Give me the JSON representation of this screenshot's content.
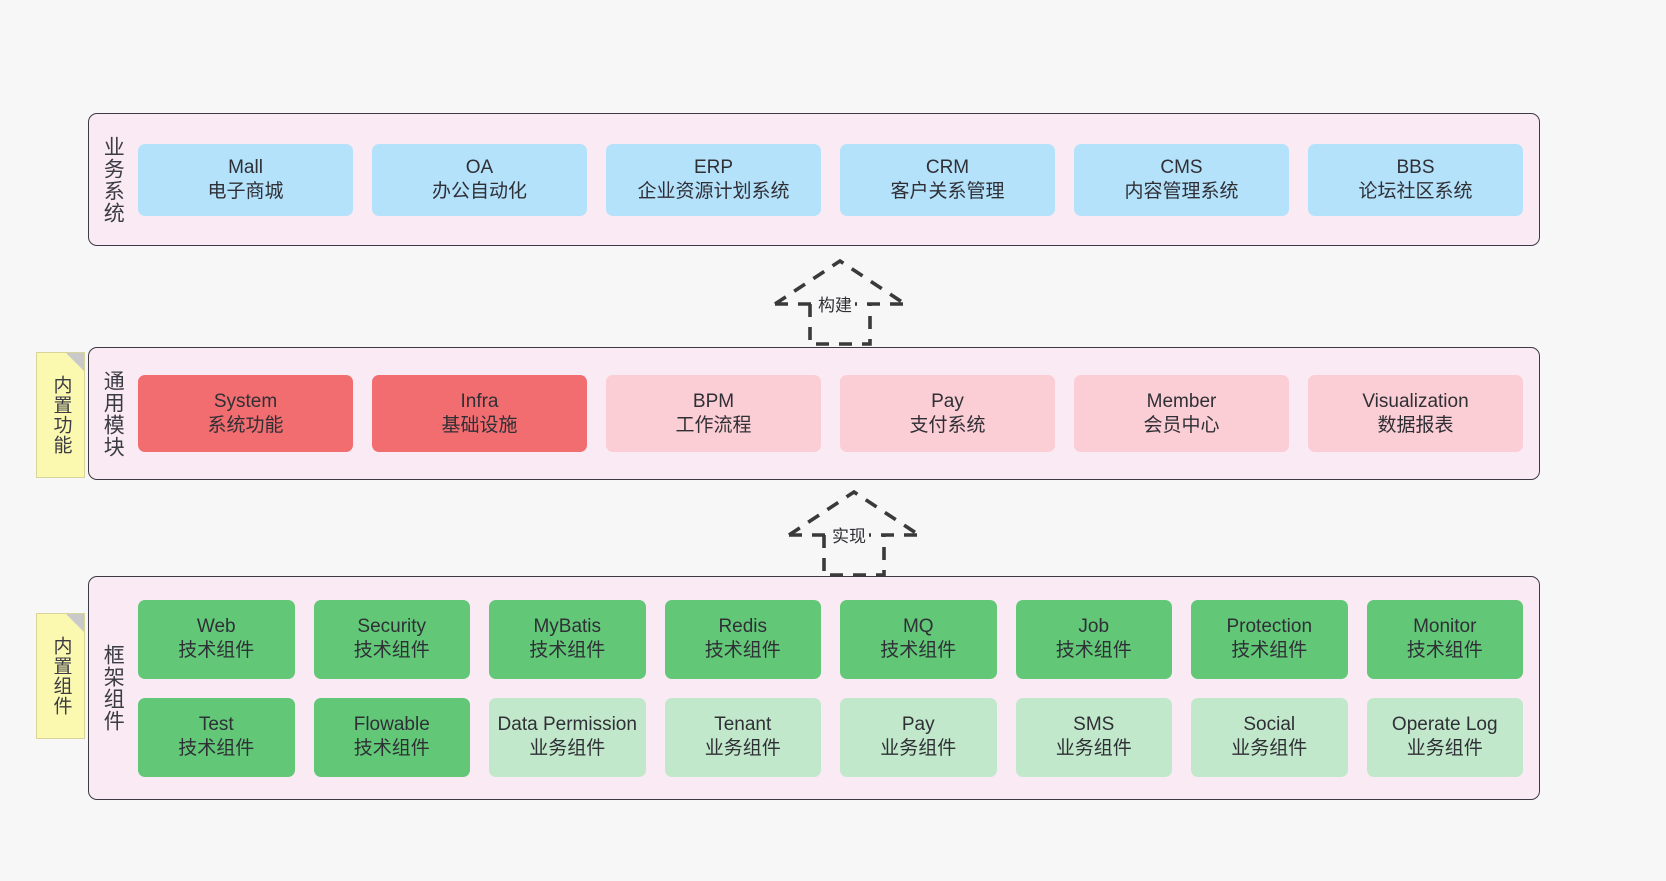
{
  "diagram": {
    "background_color": "#f7f7f7",
    "panel_color": "#f9eaf4",
    "panel_border_color": "#3d3a45",
    "note_color": "#fbf8b0"
  },
  "notes": [
    {
      "label": "内置功能",
      "name": "note-builtin-functions"
    },
    {
      "label": "内置组件",
      "name": "note-builtin-components"
    }
  ],
  "connectors": [
    {
      "label": "构建",
      "name": "arrow-build",
      "style": "dashed-hollow-triangle-up"
    },
    {
      "label": "实现",
      "name": "arrow-implement",
      "style": "dashed-hollow-triangle-up"
    }
  ],
  "layers": [
    {
      "id": "business",
      "title": "业务系统",
      "rows": [
        {
          "cells": [
            {
              "en": "Mall",
              "cn": "电子商城",
              "color": "#b5e2fb"
            },
            {
              "en": "OA",
              "cn": "办公自动化",
              "color": "#b5e2fb"
            },
            {
              "en": "ERP",
              "cn": "企业资源计划系统",
              "color": "#b5e2fb"
            },
            {
              "en": "CRM",
              "cn": "客户关系管理",
              "color": "#b5e2fb"
            },
            {
              "en": "CMS",
              "cn": "内容管理系统",
              "color": "#b5e2fb"
            },
            {
              "en": "BBS",
              "cn": "论坛社区系统",
              "color": "#b5e2fb"
            }
          ]
        }
      ]
    },
    {
      "id": "modules",
      "title": "通用模块",
      "rows": [
        {
          "cells": [
            {
              "en": "System",
              "cn": "系统功能",
              "color": "#f16d70"
            },
            {
              "en": "Infra",
              "cn": "基础设施",
              "color": "#f16d70"
            },
            {
              "en": "BPM",
              "cn": "工作流程",
              "color": "#fbcdd4"
            },
            {
              "en": "Pay",
              "cn": "支付系统",
              "color": "#fbcdd4"
            },
            {
              "en": "Member",
              "cn": "会员中心",
              "color": "#fbcdd4"
            },
            {
              "en": "Visualization",
              "cn": "数据报表",
              "color": "#fbcdd4"
            }
          ]
        }
      ]
    },
    {
      "id": "framework",
      "title": "框架组件",
      "rows": [
        {
          "cells": [
            {
              "en": "Web",
              "cn": "技术组件",
              "color": "#62c878"
            },
            {
              "en": "Security",
              "cn": "技术组件",
              "color": "#62c878"
            },
            {
              "en": "MyBatis",
              "cn": "技术组件",
              "color": "#62c878"
            },
            {
              "en": "Redis",
              "cn": "技术组件",
              "color": "#62c878"
            },
            {
              "en": "MQ",
              "cn": "技术组件",
              "color": "#62c878"
            },
            {
              "en": "Job",
              "cn": "技术组件",
              "color": "#62c878"
            },
            {
              "en": "Protection",
              "cn": "技术组件",
              "color": "#62c878"
            },
            {
              "en": "Monitor",
              "cn": "技术组件",
              "color": "#62c878"
            }
          ]
        },
        {
          "cells": [
            {
              "en": "Test",
              "cn": "技术组件",
              "color": "#62c878"
            },
            {
              "en": "Flowable",
              "cn": "技术组件",
              "color": "#62c878"
            },
            {
              "en": "Data Permission",
              "cn": "业务组件",
              "color": "#c2e8cb",
              "wrap": true
            },
            {
              "en": "Tenant",
              "cn": "业务组件",
              "color": "#c2e8cb"
            },
            {
              "en": "Pay",
              "cn": "业务组件",
              "color": "#c2e8cb"
            },
            {
              "en": "SMS",
              "cn": "业务组件",
              "color": "#c2e8cb"
            },
            {
              "en": "Social",
              "cn": "业务组件",
              "color": "#c2e8cb"
            },
            {
              "en": "Operate Log",
              "cn": "业务组件",
              "color": "#c2e8cb"
            }
          ]
        }
      ]
    }
  ]
}
